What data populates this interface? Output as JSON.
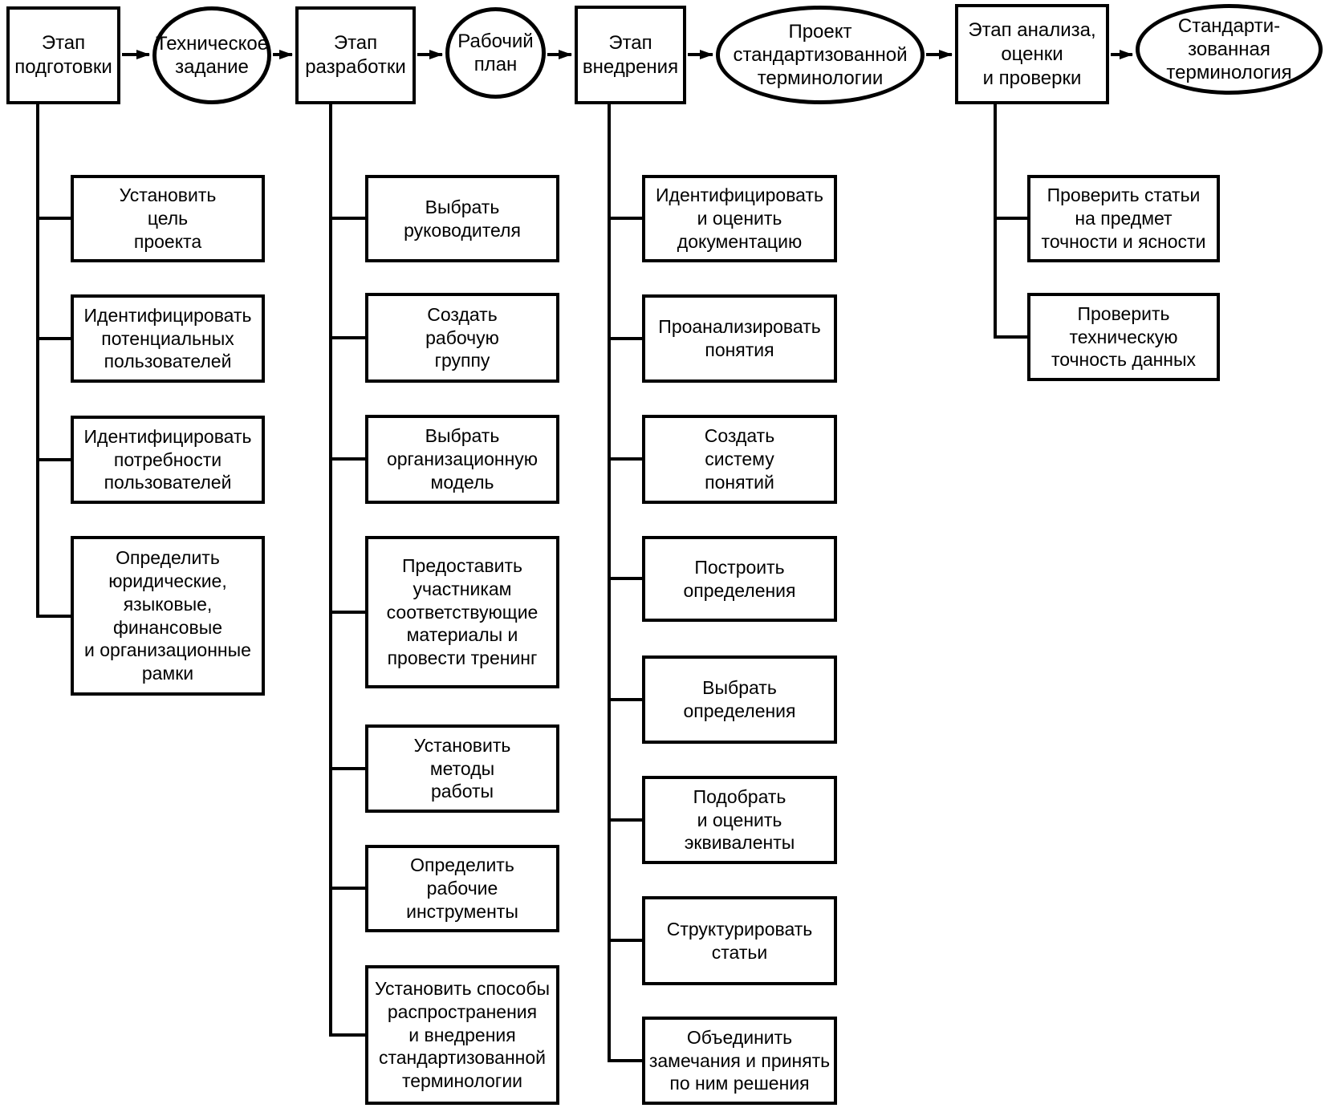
{
  "diagram": {
    "stages": [
      {
        "id": "preparation",
        "shape": "box",
        "label": "Этап\nподготовки"
      },
      {
        "id": "technical-specification",
        "shape": "ellipse",
        "label": "Техническое\nзадание"
      },
      {
        "id": "development",
        "shape": "box",
        "label": "Этап\nразработки"
      },
      {
        "id": "work-plan",
        "shape": "ellipse",
        "label": "Рабочий\nплан"
      },
      {
        "id": "implementation",
        "shape": "box",
        "label": "Этап\nвнедрения"
      },
      {
        "id": "draft-terminology",
        "shape": "ellipse",
        "label": "Проект\nстандартизованной\nтерминологии"
      },
      {
        "id": "analysis",
        "shape": "box",
        "label": "Этап анализа,\nоценки\nи проверки"
      },
      {
        "id": "standardized-terminology",
        "shape": "ellipse",
        "label": "Стандарти-\nзованная\nтерминология"
      }
    ],
    "flow_order": [
      "preparation",
      "technical-specification",
      "development",
      "work-plan",
      "implementation",
      "draft-terminology",
      "analysis",
      "standardized-terminology"
    ],
    "tasks": {
      "preparation": [
        "Установить\nцель\nпроекта",
        "Идентифицировать\nпотенциальных\nпользователей",
        "Идентифицировать\nпотребности\nпользователей",
        "Определить\nюридические,\nязыковые,\nфинансовые\nи организационные\nрамки"
      ],
      "development": [
        "Выбрать\nруководителя",
        "Создать\nрабочую\nгруппу",
        "Выбрать\nорганизационную\nмодель",
        "Предоставить\nучастникам\nсоответствующие\nматериалы и\nпровести тренинг",
        "Установить\nметоды\nработы",
        "Определить\nрабочие\nинструменты",
        "Установить способы\nраспространения\nи внедрения\nстандартизованной\nтерминологии"
      ],
      "implementation": [
        "Идентифицировать\nи оценить\nдокументацию",
        "Проанализировать\nпонятия",
        "Создать\nсистему\nпонятий",
        "Построить\nопределения",
        "Выбрать\nопределения",
        "Подобрать\nи оценить\nэквиваленты",
        "Структурировать\nстатьи",
        "Объединить\nзамечания и принять\nпо ним решения"
      ],
      "analysis": [
        "Проверить статьи\nна предмет\nточности и ясности",
        "Проверить\nтехническую\nточность данных"
      ]
    },
    "colors": {
      "stroke": "#000000",
      "background": "#ffffff",
      "text": "#000000"
    }
  }
}
